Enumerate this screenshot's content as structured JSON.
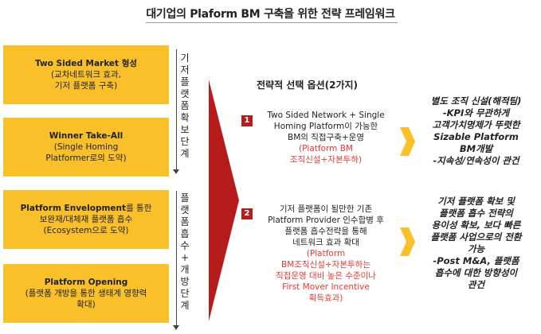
{
  "title": "대기업의 Plaform BM 구축을 위한 전략 프레임워크",
  "boxes": [
    {
      "heading": "Two Sided Market",
      "heading_suffix": " 형성",
      "lines": [
        "(교차네트워크 효과,",
        "기저 플랫폼 구축)"
      ]
    },
    {
      "heading": "Winner Take-All",
      "heading_suffix": "",
      "lines": [
        "(Single Homing",
        "Platformer로의 도약)"
      ]
    },
    {
      "heading": "Platform Envelopment",
      "heading_suffix": "를 통한",
      "lines": [
        "보완재/대체재 플랫폼 흡수",
        "(Ecosystem으로 도약)"
      ]
    },
    {
      "heading": "Platform Opening",
      "heading_suffix": "",
      "lines": [
        "(플랫폼 개방을 통한 생태계 영향력",
        "확대)"
      ]
    }
  ],
  "phases": [
    {
      "chars": [
        "기",
        "저",
        "플",
        "랫",
        "폼",
        "확",
        "보",
        "단",
        "계"
      ]
    },
    {
      "chars": [
        "플",
        "랫",
        "폼",
        "흡",
        "수",
        "+",
        "개",
        "방",
        "단",
        "계"
      ]
    }
  ],
  "options": {
    "title": "전략적 선택 옵션(2가지)",
    "items": [
      {
        "number": "1",
        "lines": [
          "Two Sided Network + Single",
          "Homing Platform이 가능한",
          "BM의 직접구축+운영"
        ],
        "red_lines": [
          "(Platform BM",
          "조직신설+자본투하)"
        ]
      },
      {
        "number": "2",
        "lines": [
          "기저 플랫폼이 될만한 기존",
          "Platform Provider 인수합병 후",
          "플랫폼 흡수전략을 통해",
          "네트워크 효과 확대"
        ],
        "red_lines": [
          "(Platform",
          "BM조직신설+자본투하는",
          "직접운영 대비 높은 수준이나",
          "First Mover Incentive",
          "획득효과)"
        ]
      }
    ]
  },
  "results": [
    {
      "lines": [
        "별도 조직 신설(해적팀)",
        "-KPI와 무관하게",
        "고객가치명제가 뚜렷한",
        "Sizable Platform",
        "BM개발",
        "-지속성/연속성이 관건"
      ]
    },
    {
      "lines": [
        "기저 플랫폼 확보 및",
        "플랫폼 흡수 전략의",
        "용이성 확보, 보다 빠른",
        "플랫폼 사업으로의 전환",
        "가능",
        "-Post M&A, 플랫폼",
        "흡수에 대한 방향성이",
        "관건"
      ]
    }
  ],
  "colors": {
    "box": "#F9C02A",
    "triangle": "#B71C1C",
    "chevron": "#F9C02A",
    "accent_red": "#E53935"
  }
}
